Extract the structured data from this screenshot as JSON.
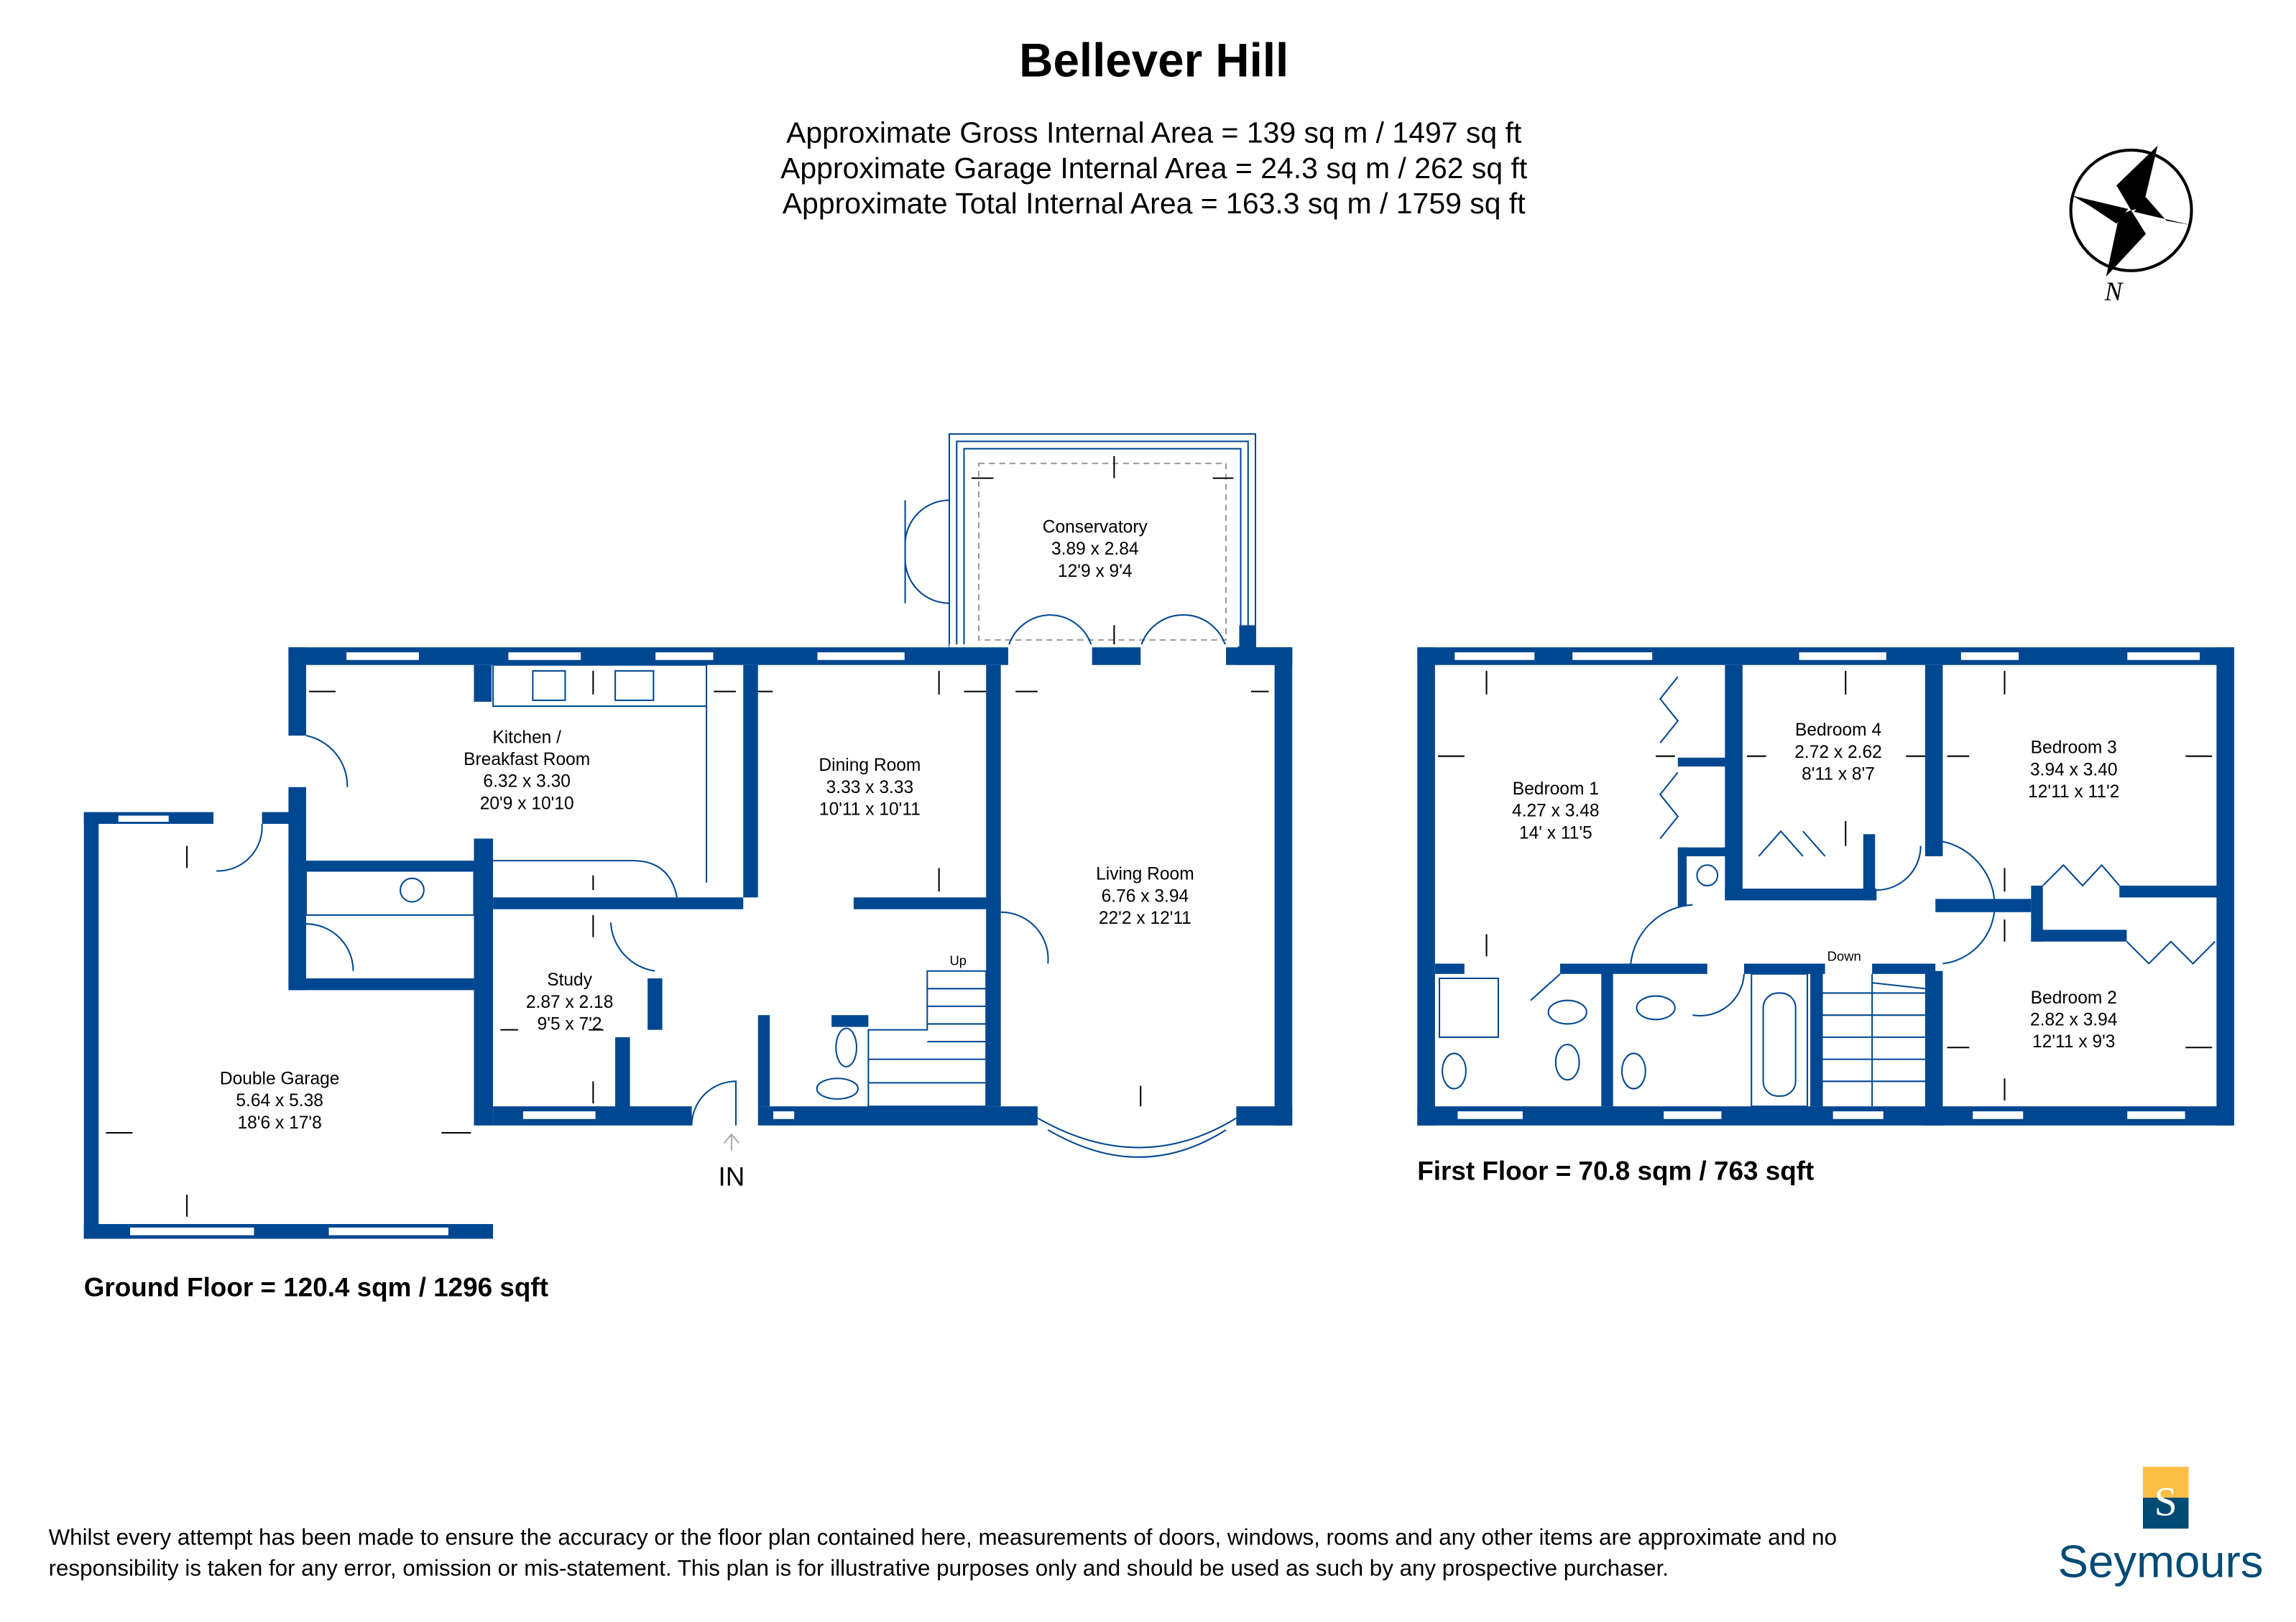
{
  "header": {
    "title": "Bellever Hill",
    "areas": [
      "Approximate Gross Internal Area = 139 sq m / 1497 sq ft",
      "Approximate Garage Internal Area = 24.3 sq m / 262 sq ft",
      "Approximate Total Internal Area = 163.3 sq m / 1759 sq ft"
    ]
  },
  "compass": {
    "label": "N"
  },
  "ground_floor": {
    "label": "Ground Floor = 120.4 sqm / 1296 sqft",
    "entrance": "IN",
    "stairs": "Up",
    "rooms": [
      {
        "name": "Conservatory",
        "metric": "3.89 x 2.84",
        "imperial": "12'9 x 9'4"
      },
      {
        "name": "Kitchen /",
        "name2": "Breakfast Room",
        "metric": "6.32 x 3.30",
        "imperial": "20'9 x 10'10"
      },
      {
        "name": "Dining Room",
        "metric": "3.33 x 3.33",
        "imperial": "10'11 x 10'11"
      },
      {
        "name": "Living Room",
        "metric": "6.76 x 3.94",
        "imperial": "22'2 x 12'11"
      },
      {
        "name": "Study",
        "metric": "2.87 x 2.18",
        "imperial": "9'5 x 7'2"
      },
      {
        "name": "Double Garage",
        "metric": "5.64 x 5.38",
        "imperial": "18'6 x 17'8"
      }
    ]
  },
  "first_floor": {
    "label": "First Floor = 70.8 sqm / 763 sqft",
    "stairs": "Down",
    "rooms": [
      {
        "name": "Bedroom 1",
        "metric": "4.27 x 3.48",
        "imperial": "14' x 11'5"
      },
      {
        "name": "Bedroom 4",
        "metric": "2.72 x 2.62",
        "imperial": "8'11 x 8'7"
      },
      {
        "name": "Bedroom 3",
        "metric": "3.94 x 3.40",
        "imperial": "12'11 x 11'2"
      },
      {
        "name": "Bedroom 2",
        "metric": "2.82 x 3.94",
        "imperial": "12'11 x 9'3"
      }
    ]
  },
  "disclaimer": [
    "Whilst every attempt has been made to ensure the accuracy or the floor plan contained here, measurements of doors, windows, rooms and any other items are approximate and no",
    "responsibility is taken for any error, omission or mis-statement. This plan is for illustrative purposes only and should be used as such by any prospective purchaser."
  ],
  "logo": {
    "letter": "S",
    "brand": "Seymours"
  },
  "colors": {
    "wall": "#004792",
    "logo_gold": "#FDBE45",
    "logo_blue": "#004B76"
  }
}
